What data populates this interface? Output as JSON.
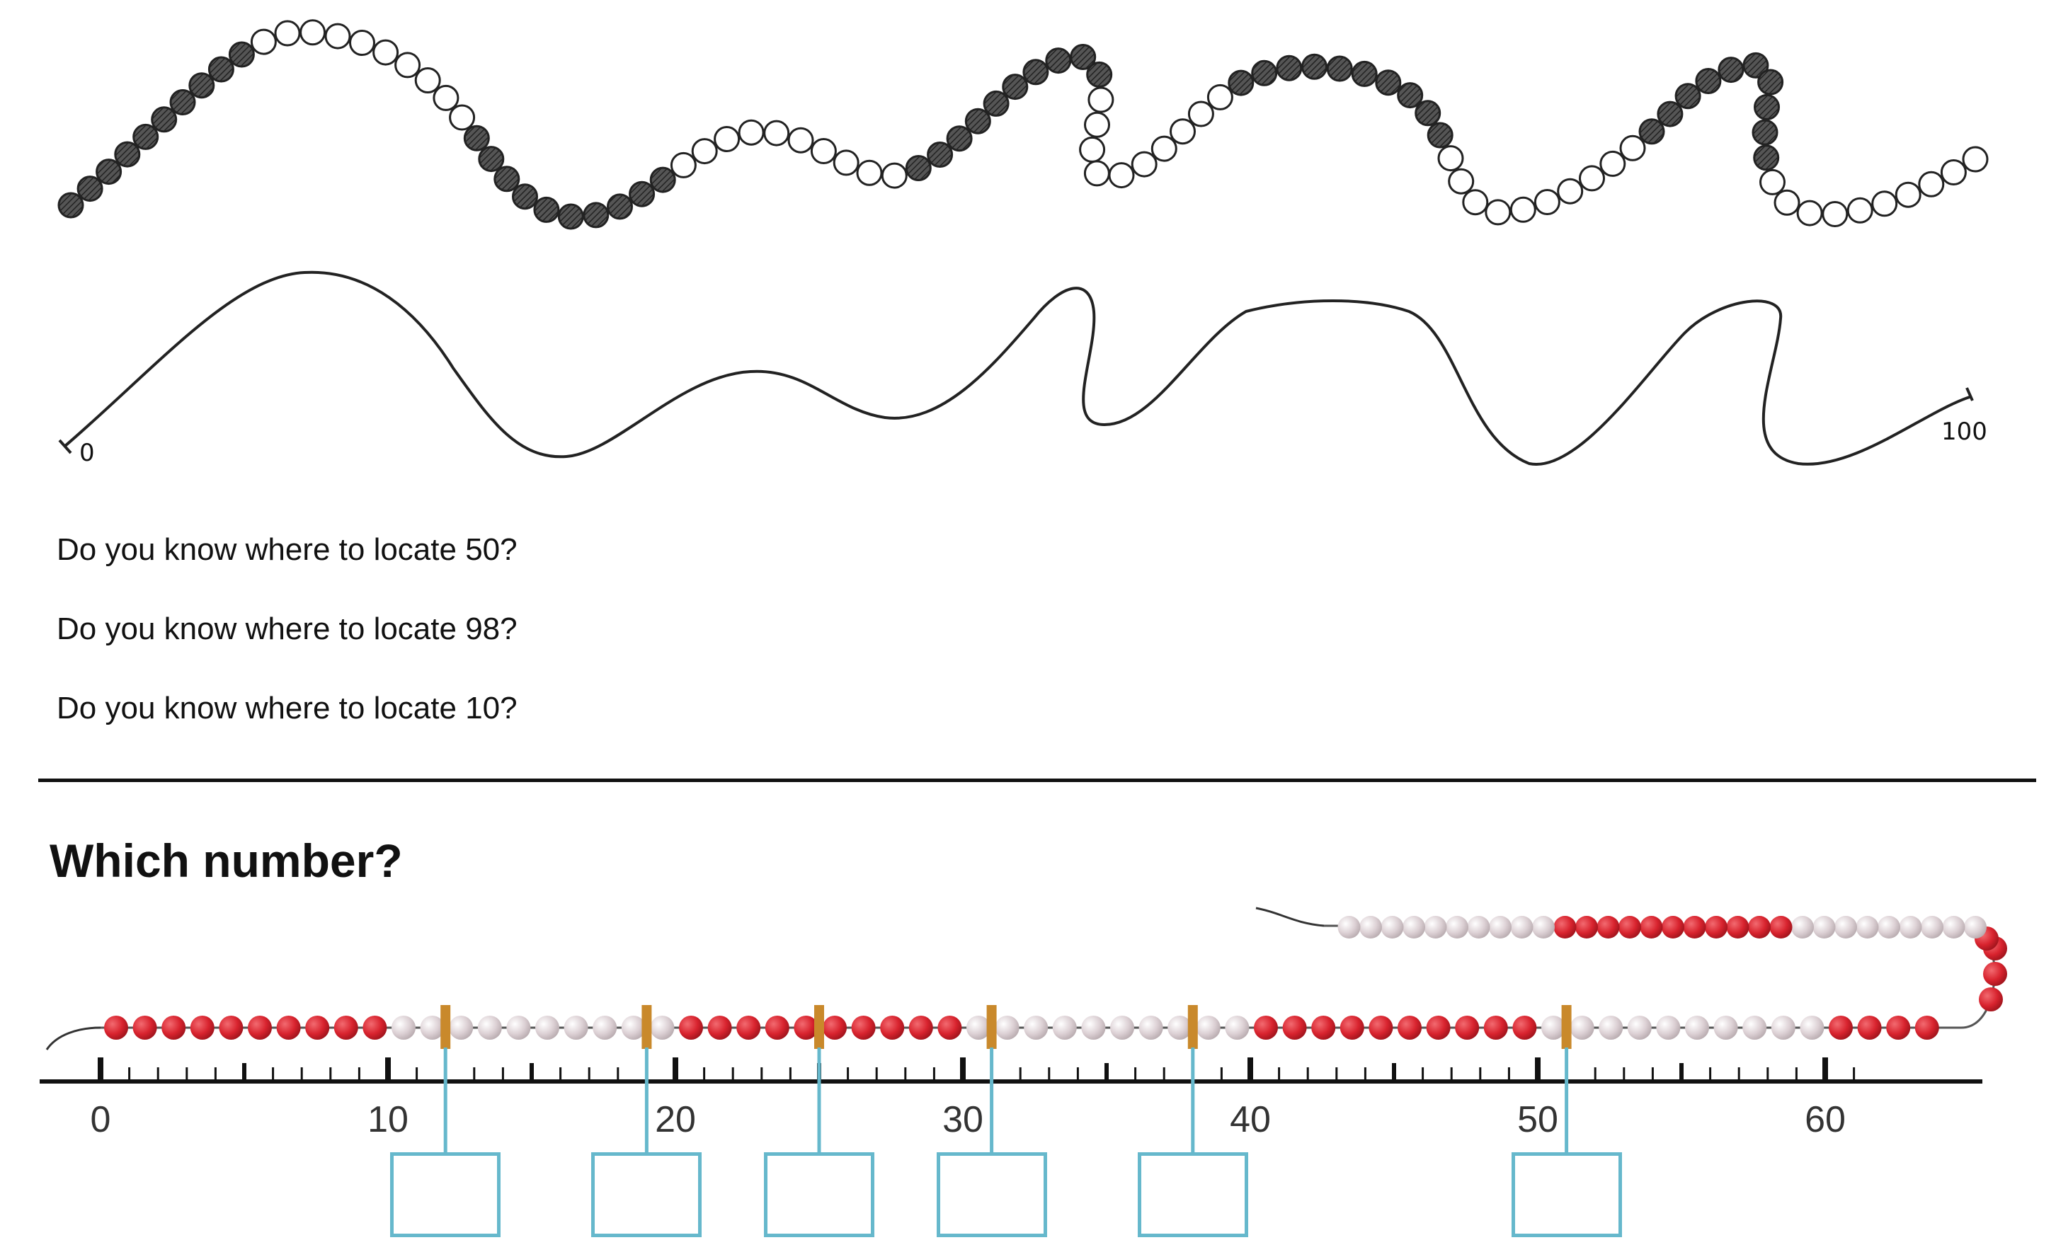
{
  "top_figure": {
    "start_label": "0",
    "end_label": "100",
    "necklace_segments": [
      "dark",
      "light",
      "dark",
      "light",
      "dark",
      "light",
      "dark",
      "light",
      "dark",
      "light"
    ]
  },
  "questions": [
    "Do you know where to locate 50?",
    "Do you know where to locate 98?",
    "Do you know where to locate 10?"
  ],
  "bottom": {
    "title": "Which number?",
    "tick_labels": [
      "0",
      "10",
      "20",
      "30",
      "40",
      "50",
      "60"
    ],
    "bead_pattern": "10 red, 10 white alternating",
    "marker_positions": [
      12,
      19,
      25,
      31,
      38,
      51
    ],
    "answer_boxes": [
      "",
      "",
      "",
      "",
      "",
      ""
    ],
    "colors": {
      "red_bead": "#d8232e",
      "white_bead": "#d9cdd1",
      "marker": "#c9892b",
      "answer_box": "#66b8cc"
    }
  }
}
